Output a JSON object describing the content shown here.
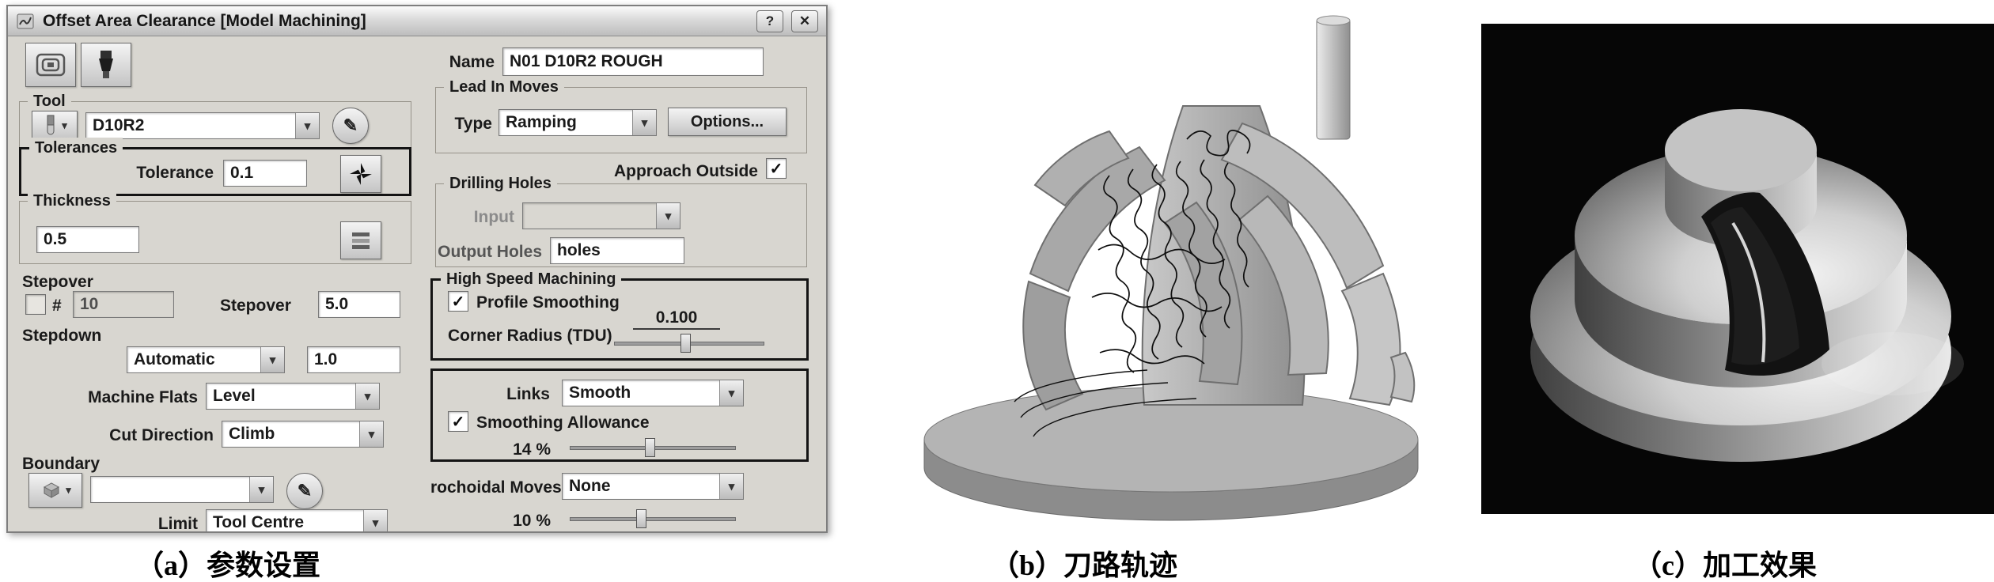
{
  "icons": {
    "help": "?",
    "close": "✕",
    "dropdown": "▾",
    "pencil": "✎",
    "check": "✓"
  },
  "captions": {
    "a": "（a）参数设置",
    "b": "（b）刀路轨迹",
    "c": "（c）加工效果"
  },
  "dialog": {
    "title": "Offset Area Clearance [Model Machining]",
    "name": {
      "label": "Name",
      "value": "N01 D10R2 ROUGH"
    },
    "tool": {
      "group": "Tool",
      "value": "D10R2"
    },
    "tolerances": {
      "group": "Tolerances",
      "label": "Tolerance",
      "value": "0.1"
    },
    "thickness": {
      "group": "Thickness",
      "value": "0.5"
    },
    "stepover": {
      "group": "Stepover",
      "hash": "#",
      "count": "10",
      "label": "Stepover",
      "value": "5.0"
    },
    "stepdown": {
      "group": "Stepdown",
      "mode": "Automatic",
      "value": "1.0"
    },
    "machine_flats": {
      "label": "Machine Flats",
      "value": "Level"
    },
    "cut_direction": {
      "label": "Cut Direction",
      "value": "Climb"
    },
    "boundary": {
      "group": "Boundary",
      "limit_label": "Limit",
      "limit_value": "Tool Centre"
    },
    "lead_in": {
      "group": "Lead In Moves",
      "type_label": "Type",
      "type_value": "Ramping",
      "options": "Options...",
      "approach_outside": "Approach Outside"
    },
    "drilling": {
      "group": "Drilling Holes",
      "input_label": "Input",
      "output_label": "Output Holes",
      "output_value": "holes"
    },
    "hsm": {
      "group": "High Speed Machining",
      "profile_smoothing": "Profile Smoothing",
      "corner_radius": "Corner Radius (TDU)",
      "corner_value": "0.100"
    },
    "links": {
      "label": "Links",
      "value": "Smooth",
      "allowance": "Smoothing Allowance",
      "percent": "14 %"
    },
    "trochoidal": {
      "label": "rochoidal Moves",
      "value": "None",
      "percent": "10 %"
    }
  }
}
